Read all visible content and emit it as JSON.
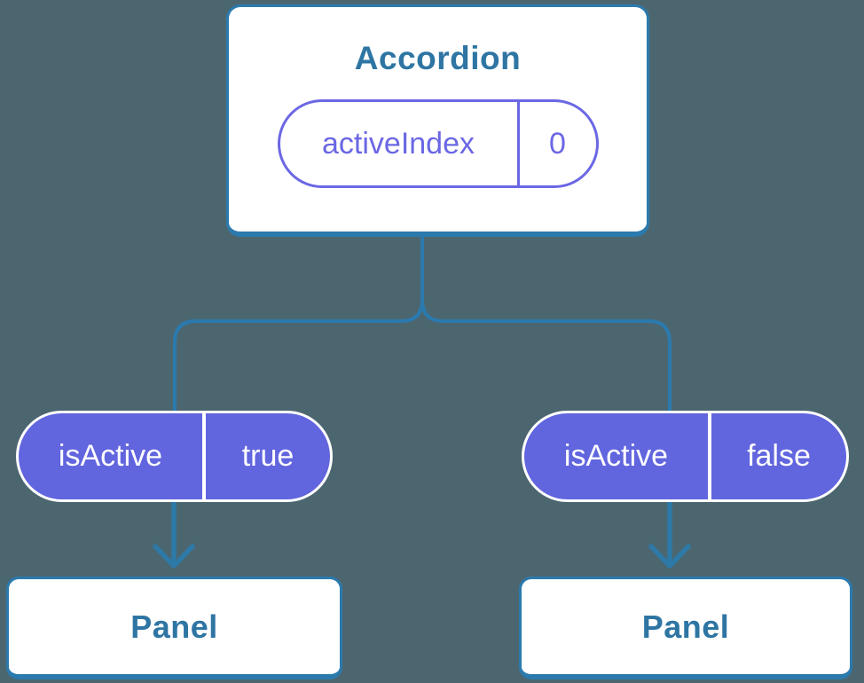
{
  "diagram": {
    "description": "React component tree showing state passed down as props",
    "background_color": "#4c6670",
    "colors": {
      "card_background": "#ffffff",
      "card_border_blue": "#2b7aae",
      "connector_blue": "#2b7aae",
      "title_text_blue": "#2e75a3",
      "pill_outline_purple": "#6b67e4",
      "pill_fill_purple": "#6165de",
      "pill_text_white": "#fdfdff"
    },
    "root": {
      "title": "Accordion",
      "state": {
        "label": "activeIndex",
        "value": "0"
      }
    },
    "children": [
      {
        "prop": {
          "label": "isActive",
          "value": "true"
        },
        "component": "Panel"
      },
      {
        "prop": {
          "label": "isActive",
          "value": "false"
        },
        "component": "Panel"
      }
    ]
  }
}
